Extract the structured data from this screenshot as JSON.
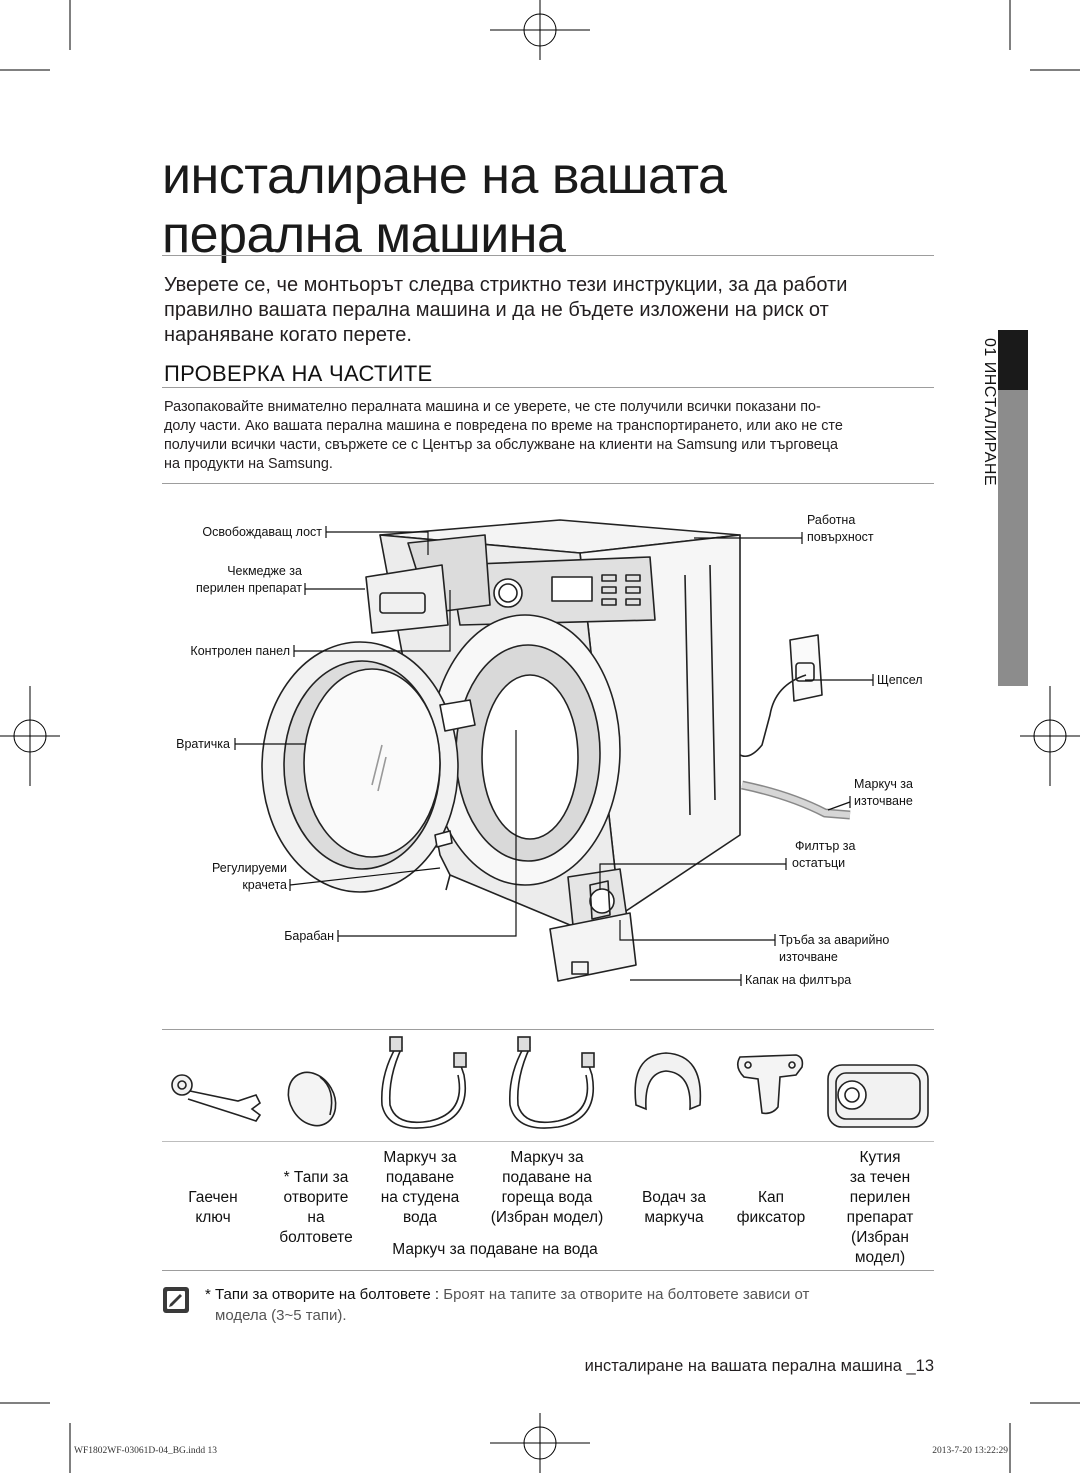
{
  "page": {
    "title_line1": "инсталиране на вашата",
    "title_line2": "перална машина",
    "intro_lines": [
      "Уверете се, че монтьорът следва стриктно тези инструкции, за да работи",
      "правилно вашата перална машина и да не бъдете изложени на риск от",
      "нараняване когато перете."
    ],
    "section_title": "ПРОВЕРКА НА ЧАСТИТЕ",
    "body_lines": [
      "Разопаковайте внимателно пералната машина и се уверете, че сте получили всички показани по-",
      "долу части. Ако вашата перална машина е повредена по време на транспортирането, или ако не сте",
      "получили всички части, свържете се с Център за обслужване на клиенти на Samsung или търговеца",
      "на продукти на Samsung."
    ],
    "side_tab": "01 ИНСТАЛИРАНЕ",
    "tab_dark_color": "#1a1a1a",
    "tab_light_color": "#8c8c8c"
  },
  "diagram_labels": {
    "release_lever": "Освобождаващ лост",
    "drawer_line1": "Чекмедже за",
    "drawer_line2": "перилен препарат",
    "control_panel": "Контролен панел",
    "door": "Вратичка",
    "feet_line1": "Регулируеми",
    "feet_line2": "крачета",
    "drum": "Барабан",
    "worktop_line1": "Работна",
    "worktop_line2": "повърхност",
    "plug": "Щепсел",
    "drain_hose_line1": "Маркуч за",
    "drain_hose_line2": "източване",
    "debris_filter_line1": "Филтър за",
    "debris_filter_line2": "остатъци",
    "emergency_line1": "Тръба за аварийно",
    "emergency_line2": "източване",
    "filter_cover": "Капак на филтъра"
  },
  "parts": {
    "spanner": [
      "Гаечен",
      "ключ"
    ],
    "bolt_caps": [
      "* Тапи за",
      "отворите",
      "на",
      "болтовете"
    ],
    "cold_hose": [
      "Маркуч за",
      "подаване",
      "на студена",
      "вода"
    ],
    "hot_hose": [
      "Маркуч за",
      "подаване на",
      "гореща вода",
      "(Избран модел)"
    ],
    "water_supply_hose": "Маркуч за подаване на вода",
    "hose_guide": [
      "Водач за",
      "маркуча"
    ],
    "holding_cap": [
      "Кап",
      "фиксатор"
    ],
    "detergent_box": [
      "Кутия",
      "за течен",
      "перилен",
      "препарат",
      "(Избран",
      "модел)"
    ]
  },
  "note": {
    "bold": "* Тапи за отворите на болтовете :",
    "line1_rest": " Броят на тапите за отворите на болтовете зависи от",
    "line2": "модела (3~5 тапи)."
  },
  "footer": {
    "text": "инсталиране на вашата перална машина _13"
  },
  "print_info": {
    "file": "WF1802WF-03061D-04_BG.indd   13",
    "date": "2013-7-20   13:22:29"
  }
}
